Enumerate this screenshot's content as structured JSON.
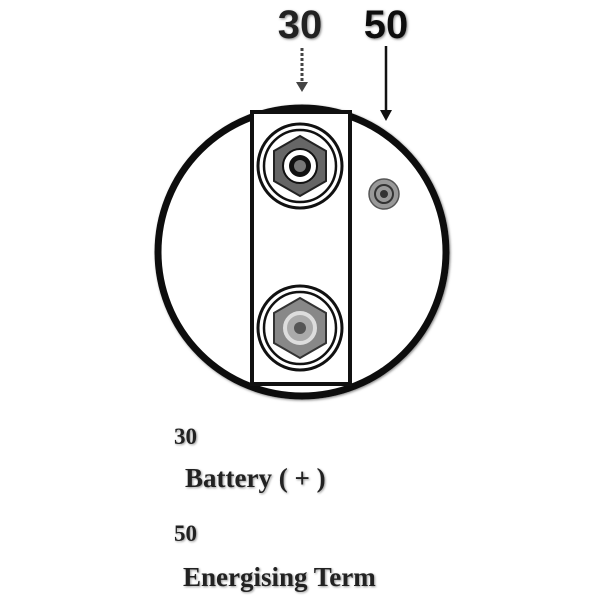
{
  "diagram": {
    "top_labels": {
      "terminal_30": "30",
      "terminal_50": "50"
    },
    "legend": [
      {
        "number": "30",
        "description": "Battery ( + )"
      },
      {
        "number": "50",
        "description": "Energising Term"
      }
    ]
  }
}
